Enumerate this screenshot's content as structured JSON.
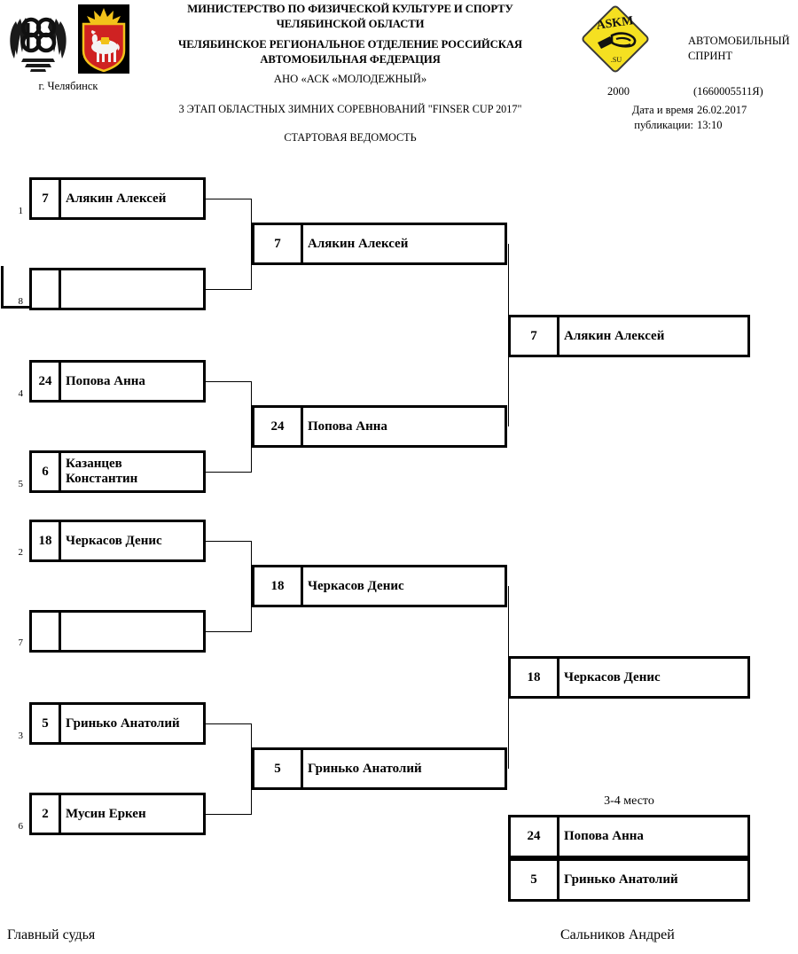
{
  "header": {
    "city": "г. Челябинск",
    "ministry_line1": "МИНИСТЕРСТВО ПО ФИЗИЧЕСКОЙ КУЛЬТУРЕ И СПОРТУ",
    "ministry_line2": "ЧЕЛЯБИНСКОЙ ОБЛАСТИ",
    "federation_line1": "ЧЕЛЯБИНСКОЕ РЕГИОНАЛЬНОЕ ОТДЕЛЕНИЕ РОССИЙСКАЯ",
    "federation_line2": "АВТОМОБИЛЬНАЯ ФЕДЕРАЦИЯ",
    "organization": "АНО «АСК «МОЛОДЕЖНЫЙ»",
    "event_title": "3 ЭТАП ОБЛАСТНЫХ ЗИМНИХ СОРЕВНОВАНИЙ  \"FINSER CUP 2017\"",
    "document_type": "СТАРТОВАЯ ВЕДОМОСТЬ",
    "discipline_line1": "АВТОМОБИЛЬНЫЙ",
    "discipline_line2": "СПРИНТ",
    "class_number": "2000",
    "registry_code": "(1660005511Я)",
    "publication_label_line1": "Дата и время",
    "publication_label_line2": "публикации:",
    "publication_date": "26.02.2017",
    "publication_time": "13:10",
    "logo_emblem_name": "federation-emblem",
    "logo_coat_name": "chelyabinsk-coat-of-arms",
    "logo_askm_name": "askm-logo",
    "askm_text_top": "ASKM",
    "askm_text_bottom": ".SU"
  },
  "bracket": {
    "round1": [
      {
        "seed": "1",
        "num": "7",
        "name": "Алякин Алексей"
      },
      {
        "seed": "8",
        "num": "",
        "name": ""
      },
      {
        "seed": "4",
        "num": "24",
        "name": "Попова Анна"
      },
      {
        "seed": "5",
        "num": "6",
        "name": "Казанцев\nКонстантин"
      },
      {
        "seed": "2",
        "num": "18",
        "name": "Черкасов Денис"
      },
      {
        "seed": "7",
        "num": "",
        "name": ""
      },
      {
        "seed": "3",
        "num": "5",
        "name": "Гринько Анатолий"
      },
      {
        "seed": "6",
        "num": "2",
        "name": "Мусин Еркен"
      }
    ],
    "round2": [
      {
        "num": "7",
        "name": "Алякин Алексей"
      },
      {
        "num": "24",
        "name": "Попова Анна"
      },
      {
        "num": "18",
        "name": "Черкасов Денис"
      },
      {
        "num": "5",
        "name": "Гринько Анатолий"
      }
    ],
    "round3": [
      {
        "num": "7",
        "name": "Алякин Алексей"
      },
      {
        "num": "18",
        "name": "Черкасов Денис"
      }
    ],
    "third_place": {
      "label": "3-4 место",
      "entries": [
        {
          "num": "24",
          "name": "Попова Анна"
        },
        {
          "num": "5",
          "name": "Гринько Анатолий"
        }
      ]
    }
  },
  "footer": {
    "role": "Главный судья",
    "name": "Сальников Андрей"
  },
  "colors": {
    "line": "#000000",
    "background": "#ffffff",
    "askm_yellow": "#f5e021",
    "coat_red": "#d42020"
  }
}
